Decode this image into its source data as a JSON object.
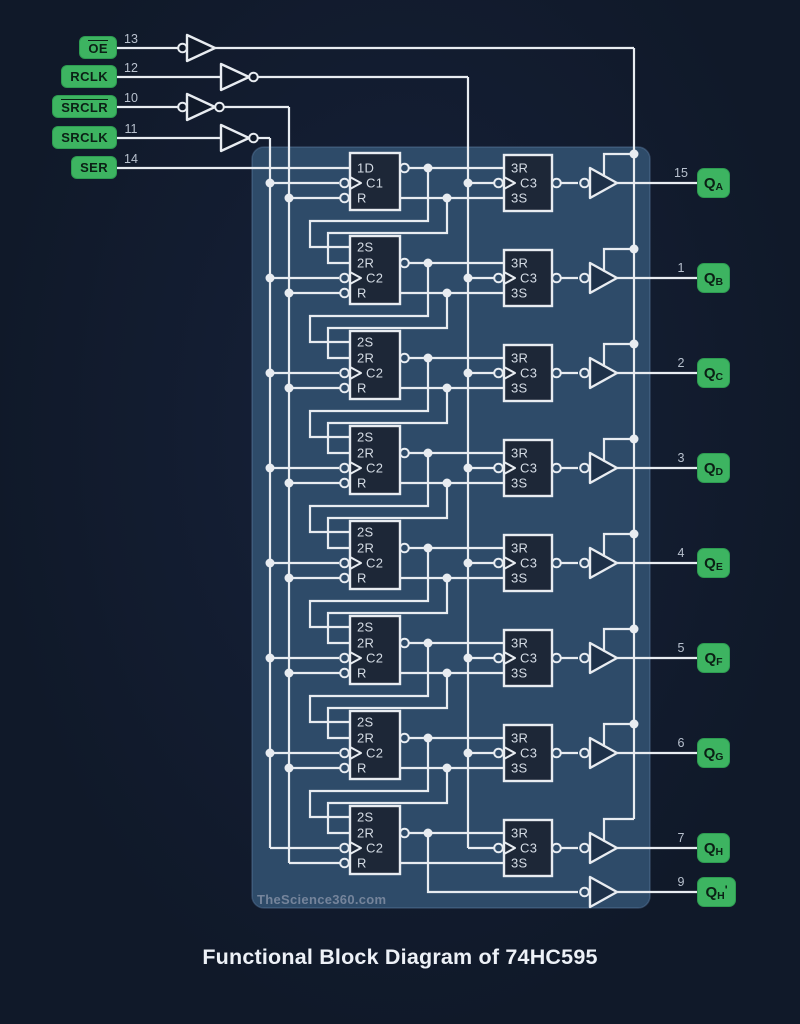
{
  "title": "Functional Block Diagram of 74HC595",
  "watermark": "TheScience360.com",
  "colors": {
    "background": "#101929",
    "background_center": "#16213a",
    "panel": "#2e4b69",
    "panel_border": "#6b8cb4",
    "box_fill": "#1d2737",
    "wire": "#e8ecf1",
    "green": "#3db461",
    "green_border": "#2d9c51",
    "green_text": "#0b2015",
    "pin_text": "#b8c1ce",
    "box_label": "#d5dce5",
    "title_text": "#edf1f7",
    "watermark_text": "#8793a8"
  },
  "inputs": [
    {
      "id": "oe",
      "label": "OE",
      "overline": true,
      "pin": "13"
    },
    {
      "id": "rclk",
      "label": "RCLK",
      "overline": false,
      "pin": "12"
    },
    {
      "id": "srclr",
      "label": "SRCLR",
      "overline": true,
      "pin": "10"
    },
    {
      "id": "srclk",
      "label": "SRCLK",
      "overline": false,
      "pin": "11"
    },
    {
      "id": "ser",
      "label": "SER",
      "overline": false,
      "pin": "14"
    }
  ],
  "output_base": "Q",
  "stages": [
    {
      "letter": "A",
      "pin": "15",
      "ff": [
        "1D",
        "C1",
        "R"
      ],
      "latch": [
        "3R",
        "C3",
        "3S"
      ]
    },
    {
      "letter": "B",
      "pin": "1",
      "ff": [
        "2S",
        "2R",
        "C2",
        "R"
      ],
      "latch": [
        "3R",
        "C3",
        "3S"
      ]
    },
    {
      "letter": "C",
      "pin": "2",
      "ff": [
        "2S",
        "2R",
        "C2",
        "R"
      ],
      "latch": [
        "3R",
        "C3",
        "3S"
      ]
    },
    {
      "letter": "D",
      "pin": "3",
      "ff": [
        "2S",
        "2R",
        "C2",
        "R"
      ],
      "latch": [
        "3R",
        "C3",
        "3S"
      ]
    },
    {
      "letter": "E",
      "pin": "4",
      "ff": [
        "2S",
        "2R",
        "C2",
        "R"
      ],
      "latch": [
        "3R",
        "C3",
        "3S"
      ]
    },
    {
      "letter": "F",
      "pin": "5",
      "ff": [
        "2S",
        "2R",
        "C2",
        "R"
      ],
      "latch": [
        "3R",
        "C3",
        "3S"
      ]
    },
    {
      "letter": "G",
      "pin": "6",
      "ff": [
        "2S",
        "2R",
        "C2",
        "R"
      ],
      "latch": [
        "3R",
        "C3",
        "3S"
      ]
    },
    {
      "letter": "H",
      "pin": "7",
      "ff": [
        "2S",
        "2R",
        "C2",
        "R"
      ],
      "latch": [
        "3R",
        "C3",
        "3S"
      ]
    }
  ],
  "serial_output": {
    "base": "Q",
    "letter": "H",
    "prime": "'",
    "pin": "9"
  }
}
